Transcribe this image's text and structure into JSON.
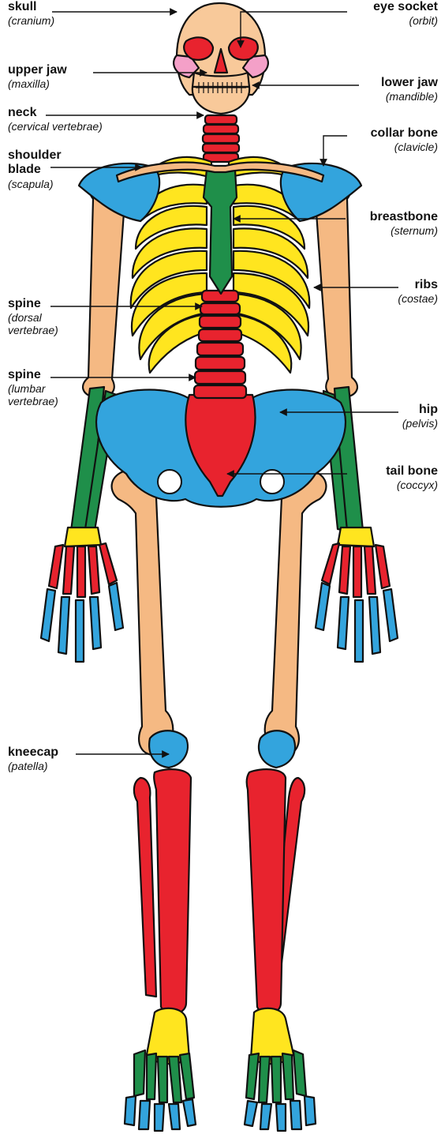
{
  "colors": {
    "long_bone": "#f5b983",
    "skull": "#f8c99a",
    "red_bone": "#e8232e",
    "blue_bone": "#33a4dd",
    "yellow_bone": "#ffe51f",
    "green_bone": "#1f8f4a",
    "pink_bone": "#f4a0c8",
    "outline": "#111111"
  },
  "labels": {
    "skull": {
      "common": "skull",
      "sci": "(cranium)"
    },
    "upper_jaw": {
      "common": "upper jaw",
      "sci": "(maxilla)"
    },
    "neck": {
      "common": "neck",
      "sci": "(cervical vertebrae)"
    },
    "shoulder_blade": {
      "common_1": "shoulder",
      "common_2": "blade",
      "sci": "(scapula)"
    },
    "spine_dorsal": {
      "common": "spine",
      "sci_1": "(dorsal",
      "sci_2": "vertebrae)"
    },
    "spine_lumbar": {
      "common": "spine",
      "sci_1": "(lumbar",
      "sci_2": "vertebrae)"
    },
    "kneecap": {
      "common": "kneecap",
      "sci": "(patella)"
    },
    "eye_socket": {
      "common": "eye socket",
      "sci": "(orbit)"
    },
    "lower_jaw": {
      "common": "lower jaw",
      "sci": "(mandible)"
    },
    "collar_bone": {
      "common": "collar bone",
      "sci": "(clavicle)"
    },
    "breastbone": {
      "common": "breastbone",
      "sci": "(sternum)"
    },
    "ribs": {
      "common": "ribs",
      "sci": "(costae)"
    },
    "hip": {
      "common": "hip",
      "sci": "(pelvis)"
    },
    "tail_bone": {
      "common": "tail bone",
      "sci": "(coccyx)"
    }
  }
}
